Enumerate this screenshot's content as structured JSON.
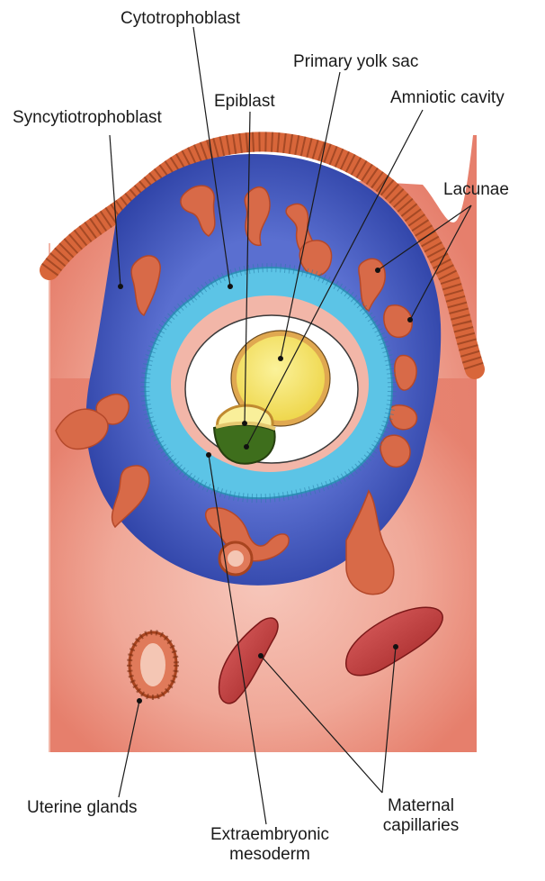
{
  "labels": {
    "cytotrophoblast": "Cytotrophoblast",
    "primary_yolk_sac": "Primary yolk sac",
    "epiblast": "Epiblast",
    "amniotic_cavity": "Amniotic cavity",
    "syncytiotrophoblast": "Syncytiotrophoblast",
    "lacunae": "Lacunae",
    "uterine_glands": "Uterine glands",
    "maternal_capillaries_line1": "Maternal",
    "maternal_capillaries_line2": "capillaries",
    "extraembryonic_mesoderm_line1": "Extraembryonic",
    "extraembryonic_mesoderm_line2": "mesoderm"
  },
  "colors": {
    "endometrium": "#e88a78",
    "syncytio_band": "#d8663a",
    "syncytio_edge": "#8a3a1a",
    "syncytio_body": "#3c52b4",
    "cytotrophoblast": "#5cc4e6",
    "extraembryonic_space": "#f2b6a8",
    "yolk_sac": "#f4e25a",
    "yolk_rim": "#e0a850",
    "epiblast": "#3e6e1c",
    "lacunae": "#d86a48",
    "capillary": "#c43a3a"
  }
}
